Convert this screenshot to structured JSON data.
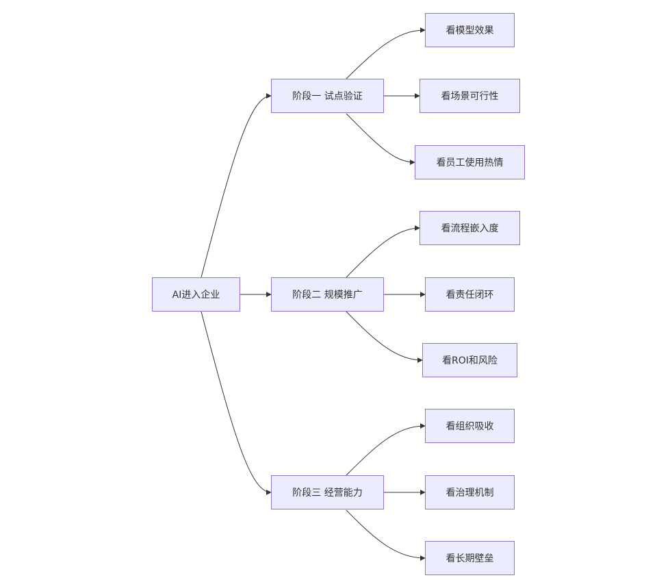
{
  "colors": {
    "node_fill": "#ECECFF",
    "node_border": "#9370DB",
    "edge": "#333333",
    "text": "#333333"
  },
  "root": {
    "label": "AI进入企业"
  },
  "stages": [
    {
      "label": "阶段一 试点验证",
      "children": [
        "看模型效果",
        "看场景可行性",
        "看员工使用热情"
      ]
    },
    {
      "label": "阶段二 规模推广",
      "children": [
        "看流程嵌入度",
        "看责任闭环",
        "看ROI和风险"
      ]
    },
    {
      "label": "阶段三 经营能力",
      "children": [
        "看组织吸收",
        "看治理机制",
        "看长期壁垒"
      ]
    }
  ]
}
